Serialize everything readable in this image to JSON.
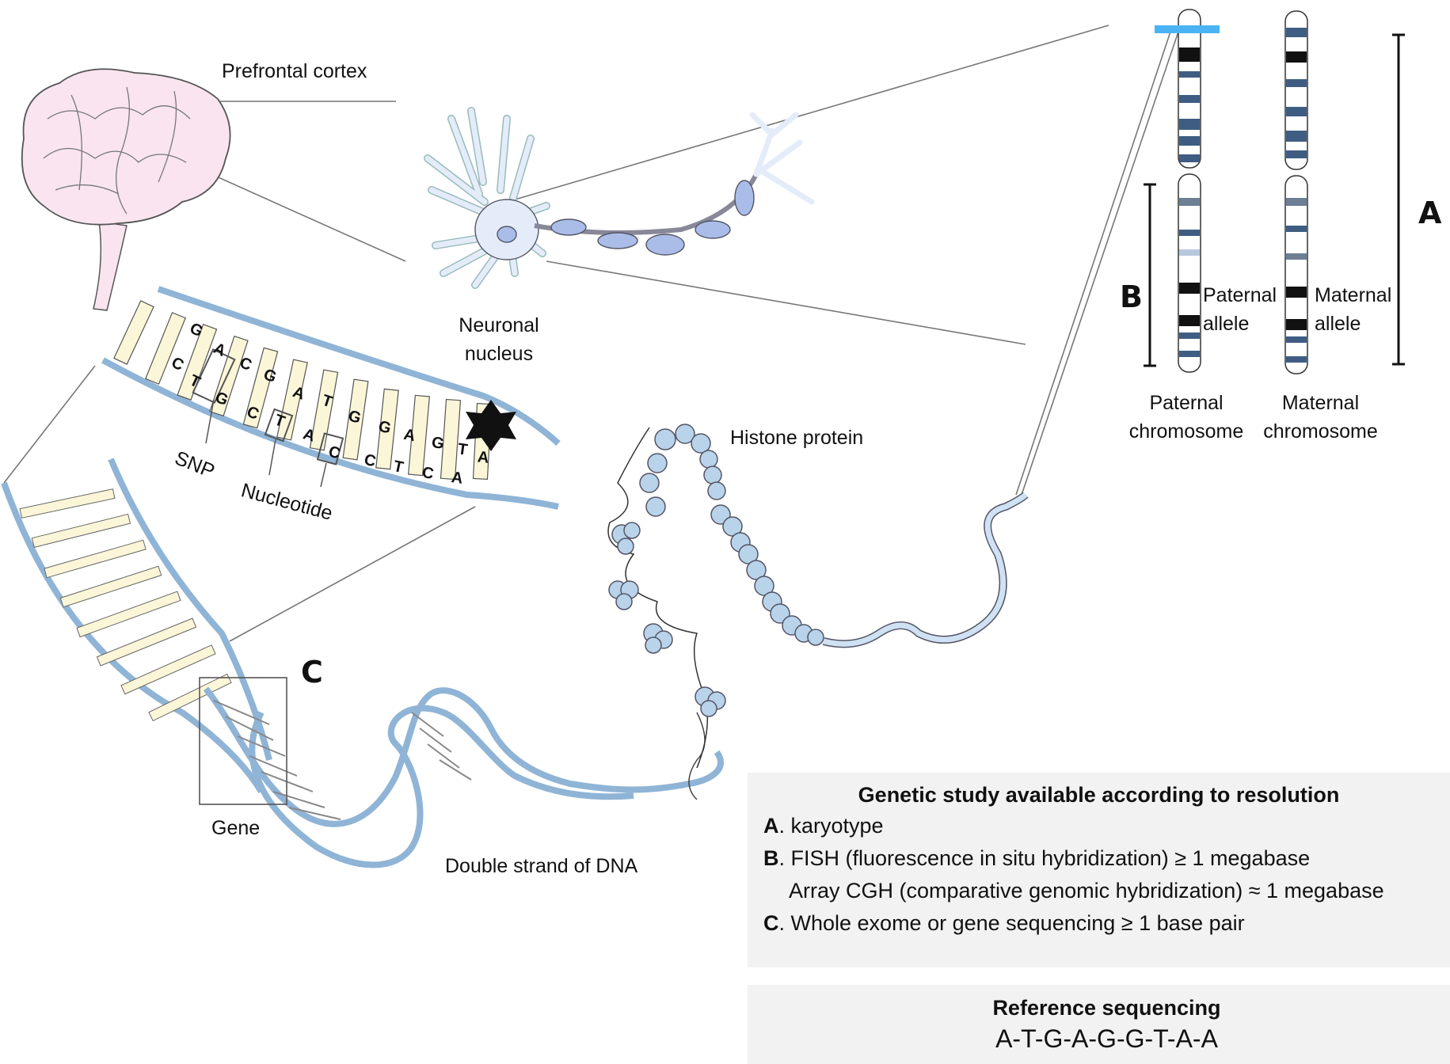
{
  "labels": {
    "prefrontal_cortex": "Prefrontal cortex",
    "neuronal_nucleus_line1": "Neuronal",
    "neuronal_nucleus_line2": "nucleus",
    "histone_protein": "Histone protein",
    "snp": "SNP",
    "nucleotide": "Nucleotide",
    "gene": "Gene",
    "double_strand": "Double strand of DNA",
    "paternal_allele_line1": "Paternal",
    "paternal_allele_line2": "allele",
    "maternal_allele_line1": "Maternal",
    "maternal_allele_line2": "allele",
    "paternal_chromosome_line1": "Paternal",
    "paternal_chromosome_line2": "chromosome",
    "maternal_chromosome_line1": "Maternal",
    "maternal_chromosome_line2": "chromosome",
    "marker_a": "A",
    "marker_b": "B",
    "marker_c": "C"
  },
  "dna_bases": {
    "top_strand": [
      "G",
      "A",
      "C",
      "G",
      "A",
      "T",
      "G",
      "G",
      "A",
      "G",
      "T",
      "A"
    ],
    "bottom_strand": [
      "C",
      "T",
      "G",
      "C",
      "T",
      "A",
      "C",
      "C",
      "T",
      "C",
      "A"
    ]
  },
  "resolution_box": {
    "title": "Genetic study available according to resolution",
    "rows": [
      {
        "marker": "A",
        "text": ". karyotype"
      },
      {
        "marker": "B",
        "text": ". FISH (fluorescence in situ hybridization) ≥ 1 megabase"
      },
      {
        "marker": "",
        "text": "Array CGH (comparative genomic hybridization) ≈ 1 megabase"
      },
      {
        "marker": "C",
        "text": ". Whole exome or gene sequencing ≥ 1 base pair"
      }
    ]
  },
  "reference_box": {
    "title": "Reference sequencing",
    "sequence": "A-T-G-A-G-G-T-A-A"
  },
  "colors": {
    "dna_strand": "#8fb4d6",
    "base_pair": "#fbf6d8",
    "neuron": "#e4ecfa",
    "myelin": "#a9bde8",
    "brain": "#f9e4ef",
    "histone": "#b8d3ea",
    "chromosome_dark": "#3f5d83",
    "chromosome_black": "#111111",
    "highlight_band": "#4ab3f4",
    "box_bg": "#f2f2f2"
  }
}
